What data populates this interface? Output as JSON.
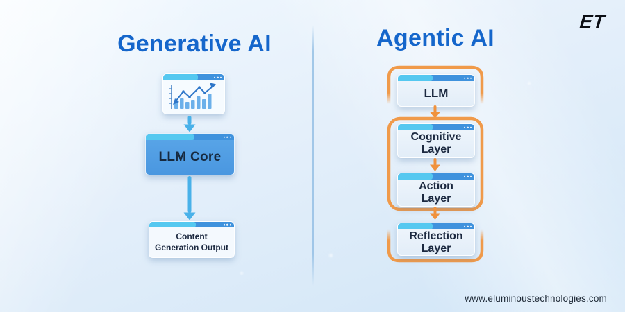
{
  "brand": {
    "logo_text": "ET",
    "website": "www.eluminoustechnologies.com"
  },
  "left_panel": {
    "title": "Generative AI",
    "flow": {
      "input_icon": "analytics-chart-window-icon",
      "core_label": "LLM Core",
      "output_line1": "Content",
      "output_line2": "Generation Output"
    }
  },
  "right_panel": {
    "title": "Agentic AI",
    "flow": {
      "llm_label": "LLM",
      "cognitive_line1": "Cognitive",
      "cognitive_line2": "Layer",
      "action_line1": "Action",
      "action_line2": "Layer",
      "reflection_line1": "Reflection",
      "reflection_line2": "Layer"
    }
  },
  "colors": {
    "title_blue": "#1566cb",
    "titlebar_blue": "#3f92dd",
    "titlebar_cyan": "#55c8f0",
    "llm_core_body": "#4f9de3",
    "light_box_body": "#eaf2fb",
    "arrow_blue": "#49b1e9",
    "accent_orange": "#f09a4a",
    "text_dark": "#1c2940"
  }
}
